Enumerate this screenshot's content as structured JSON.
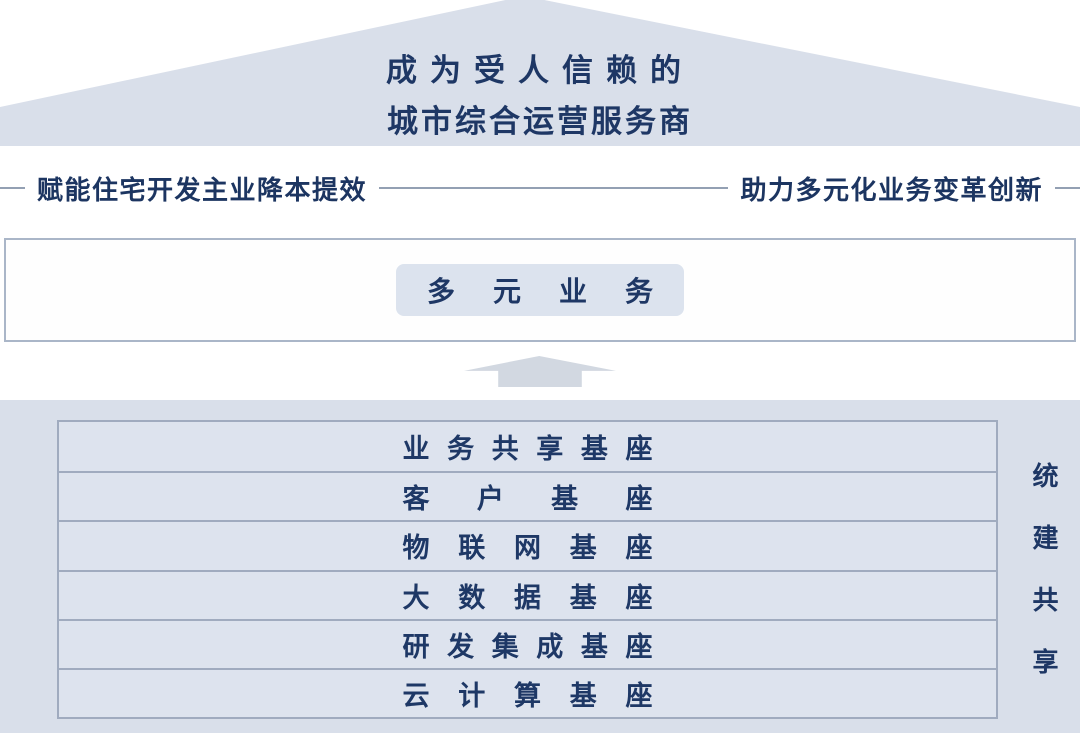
{
  "vision": {
    "line1": "成为受人信赖的",
    "line2": "城市综合运营服务商"
  },
  "slogans": {
    "left": "赋能住宅开发主业降本提效",
    "right": "助力多元化业务变革创新"
  },
  "business_box": {
    "label": "多元业务"
  },
  "platform": {
    "rows": [
      "业务共享基座",
      "客户基座",
      "物联网基座",
      "大数据基座",
      "研发集成基座",
      "云计算基座"
    ],
    "side_label": "统建共享"
  },
  "icons": {
    "up_arrow": "arrow-up"
  },
  "colors": {
    "navy_text": "#1e3765",
    "roof_fill": "#d9dfea",
    "divider_line": "#93a0b3",
    "box_border": "#aab6c8",
    "pill_fill": "#dce3ee",
    "arrow_fill": "#d2d8e1",
    "panel_fill": "#d9dfea",
    "row_fill": "#dde3ee",
    "row_border": "#a0abbf"
  }
}
